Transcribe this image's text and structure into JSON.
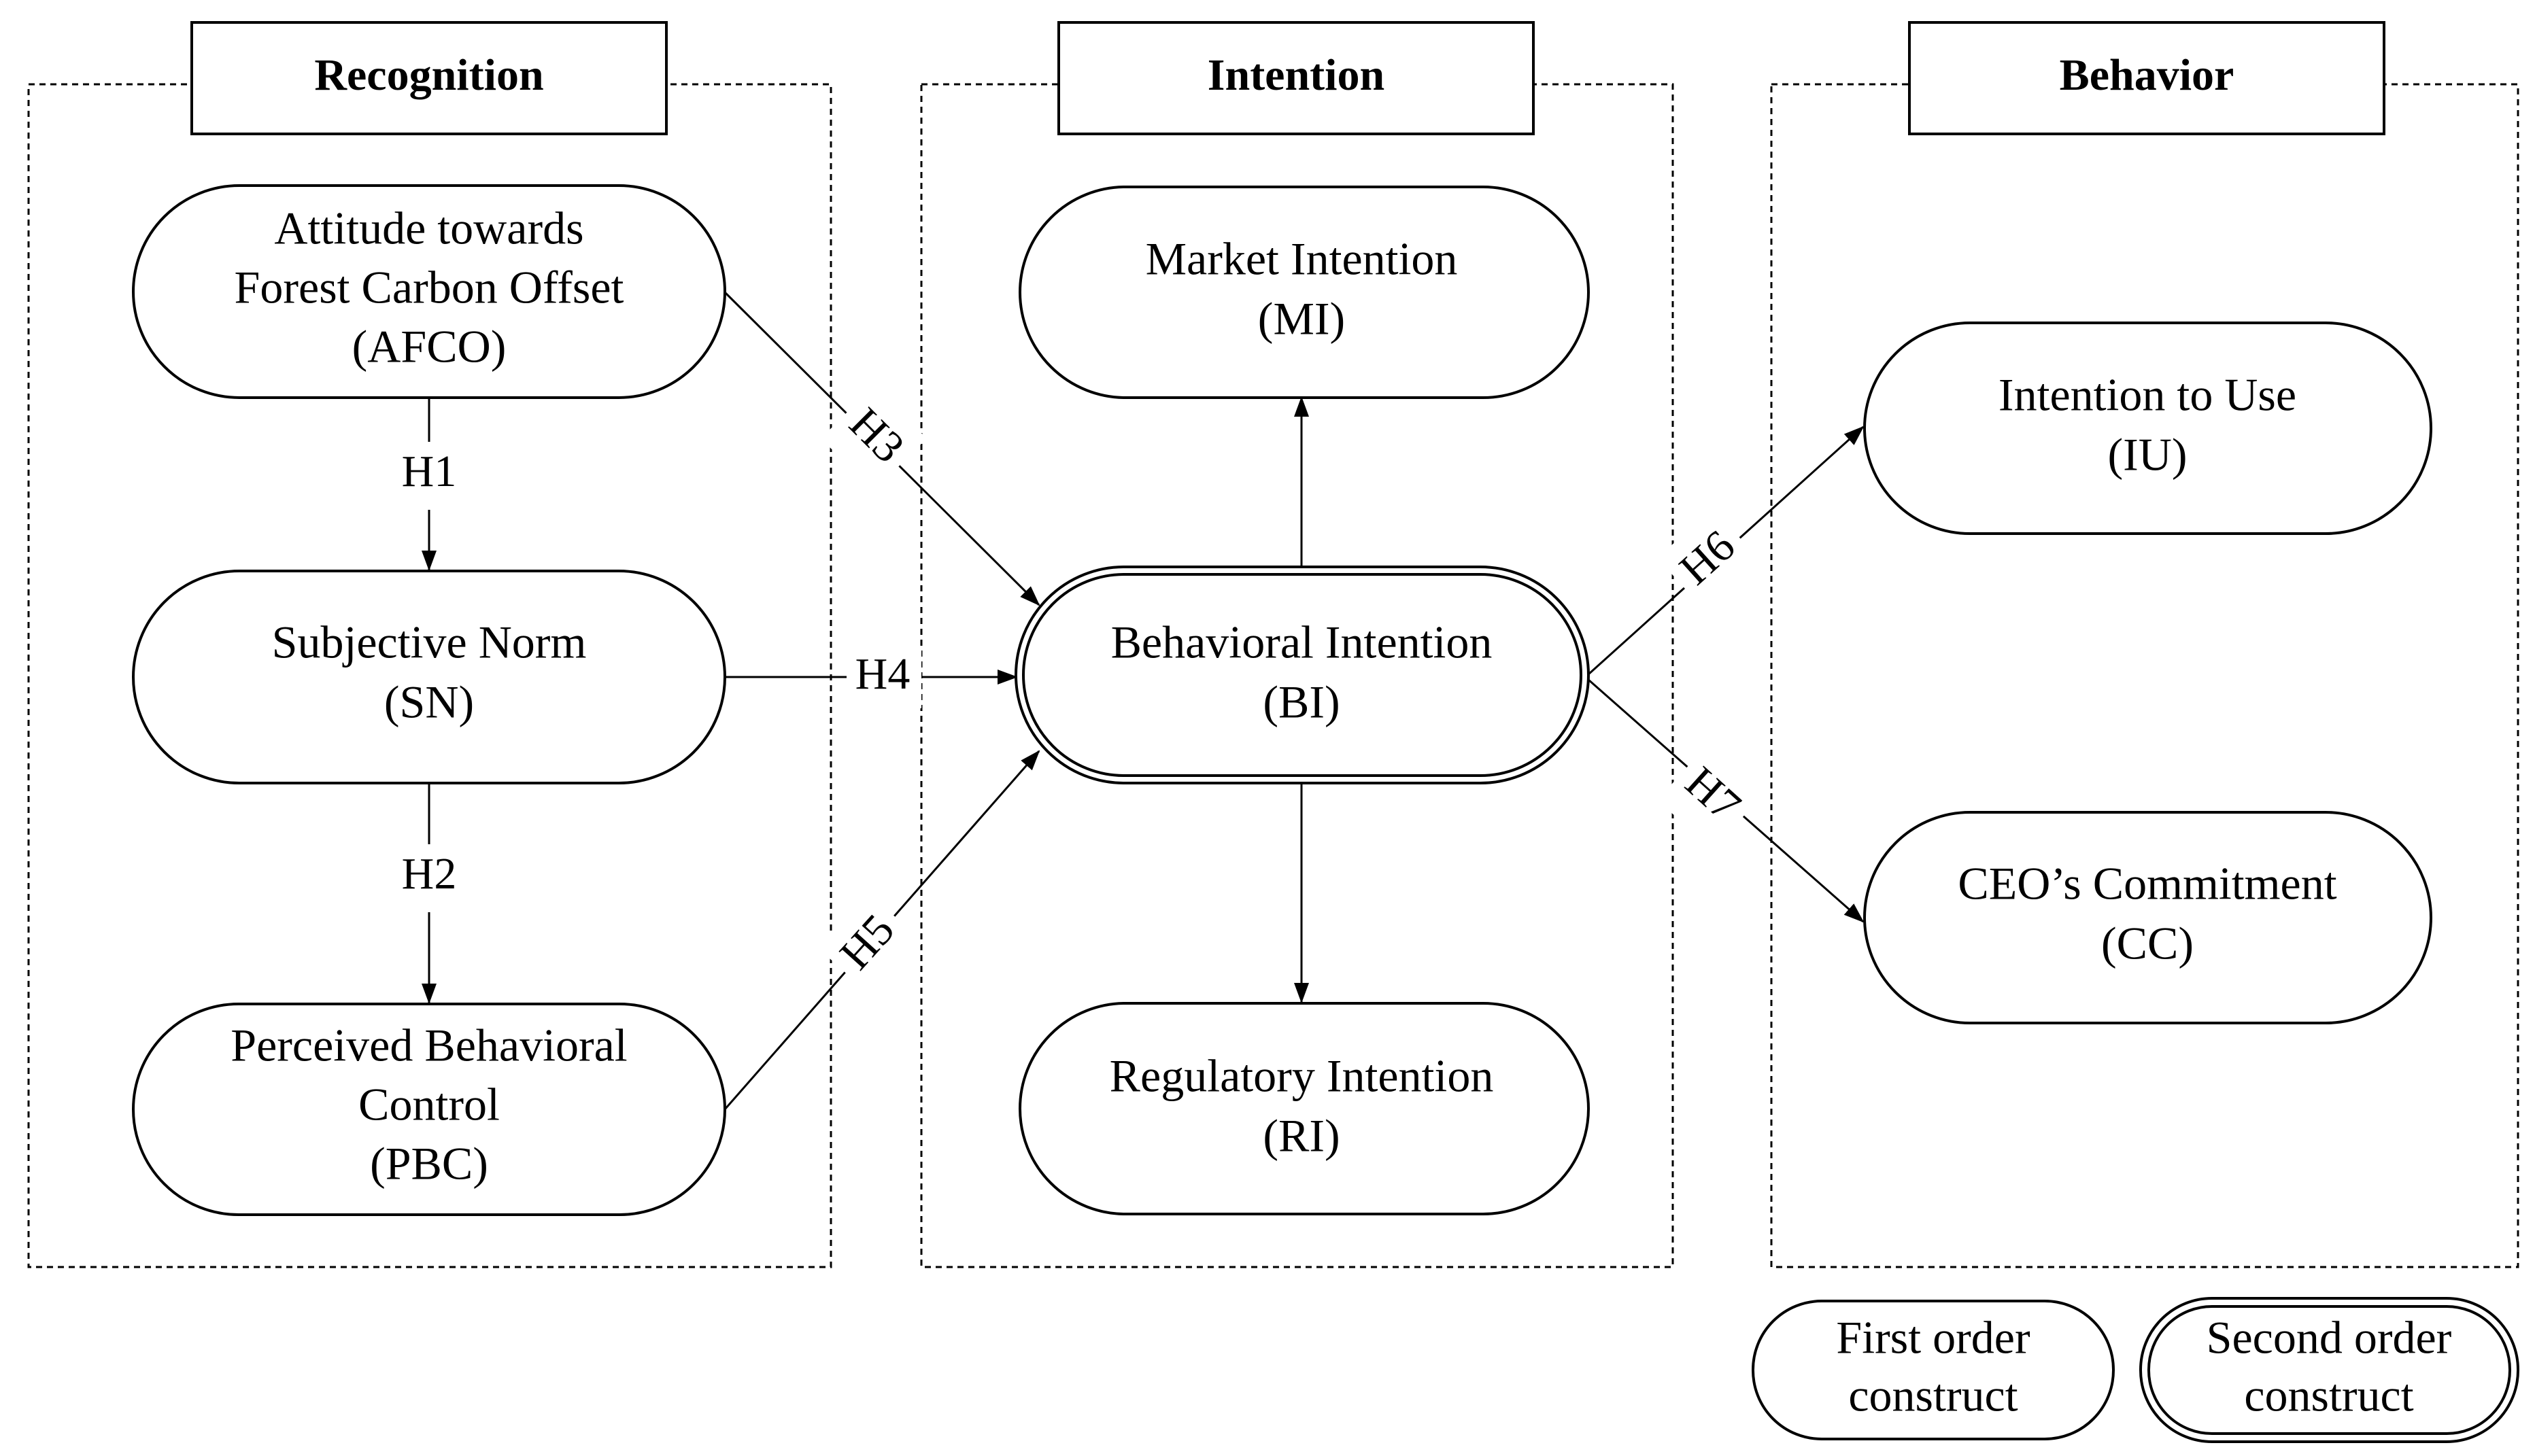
{
  "sections": {
    "recognition": "Recognition",
    "intention": "Intention",
    "behavior": "Behavior"
  },
  "nodes": {
    "afco": {
      "line1": "Attitude towards",
      "line2": "Forest Carbon Offset",
      "line3": "(AFCO)"
    },
    "sn": {
      "line1": "Subjective Norm",
      "line2": "(SN)"
    },
    "pbc": {
      "line1": "Perceived Behavioral",
      "line2": "Control",
      "line3": "(PBC)"
    },
    "mi": {
      "line1": "Market Intention",
      "line2": "(MI)"
    },
    "bi": {
      "line1": "Behavioral Intention",
      "line2": "(BI)"
    },
    "ri": {
      "line1": "Regulatory Intention",
      "line2": "(RI)"
    },
    "iu": {
      "line1": "Intention to Use",
      "line2": "(IU)"
    },
    "cc": {
      "line1": "CEO’s Commitment",
      "line2": "(CC)"
    }
  },
  "hypotheses": {
    "h1": "H1",
    "h2": "H2",
    "h3": "H3",
    "h4": "H4",
    "h5": "H5",
    "h6": "H6",
    "h7": "H7"
  },
  "legend": {
    "first_order": {
      "line1": "First order",
      "line2": "construct"
    },
    "second_order": {
      "line1": "Second order",
      "line2": "construct"
    }
  }
}
